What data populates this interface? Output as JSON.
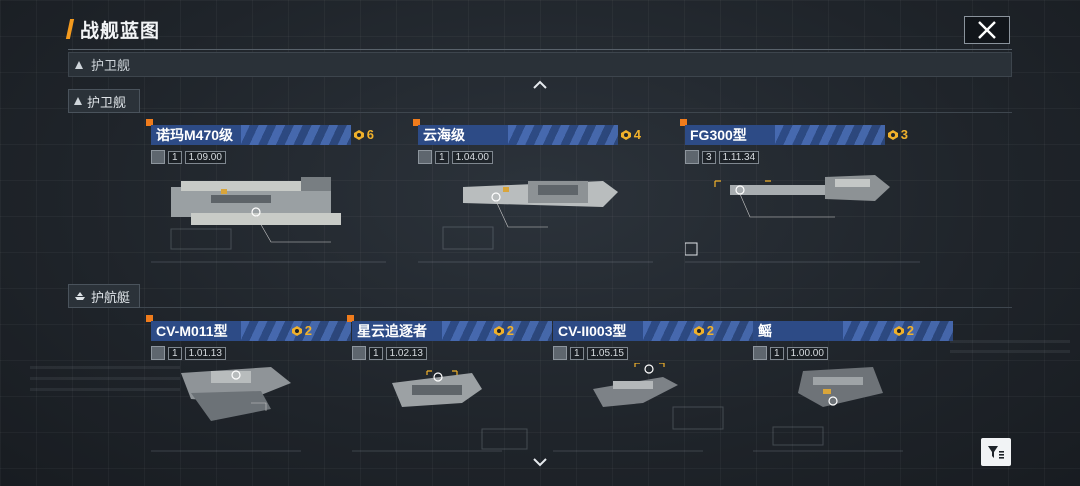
{
  "header": {
    "title": "战舰蓝图"
  },
  "dropdown": {
    "label": "护卫舰"
  },
  "sections": [
    {
      "label": "护卫舰",
      "cards": [
        {
          "name": "诺玛M470级",
          "count": "6",
          "level": "1",
          "version": "1.09.00"
        },
        {
          "name": "云海级",
          "count": "4",
          "level": "1",
          "version": "1.04.00"
        },
        {
          "name": "FG300型",
          "count": "3",
          "level": "3",
          "version": "1.11.34"
        }
      ]
    },
    {
      "label": "护航艇",
      "cards": [
        {
          "name": "CV-M011型",
          "count": "2",
          "level": "1",
          "version": "1.01.13"
        },
        {
          "name": "星云追逐者",
          "count": "2",
          "level": "1",
          "version": "1.02.13"
        },
        {
          "name": "CV-II003型",
          "count": "2",
          "level": "1",
          "version": "1.05.15"
        },
        {
          "name": "鳐",
          "count": "2",
          "level": "1",
          "version": "1.00.00"
        }
      ]
    }
  ],
  "colors": {
    "accent": "#f39a1e",
    "name_bar": "#2d4b86",
    "count": "#f0b12b",
    "square": "#f07c1c"
  }
}
